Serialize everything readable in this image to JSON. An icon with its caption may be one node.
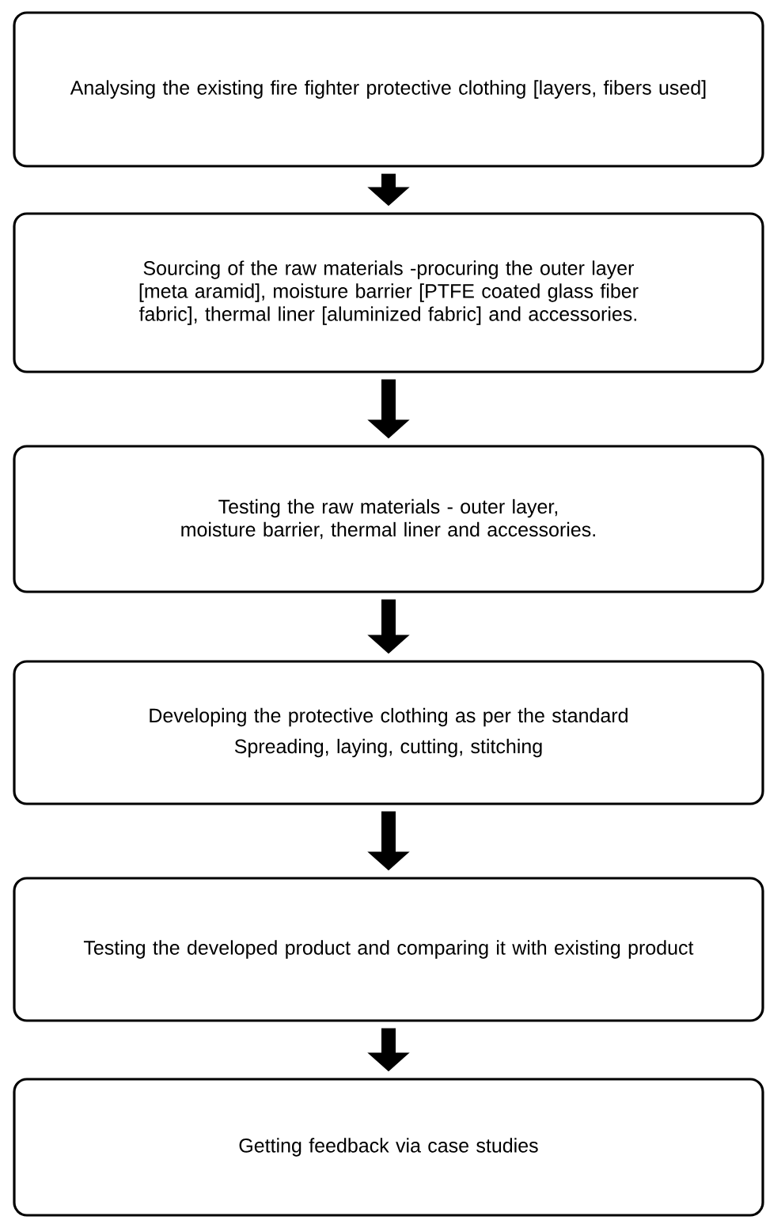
{
  "diagram": {
    "nodes": [
      {
        "text": [
          "Analysing the existing fire fighter protective clothing [layers, fibers used]"
        ]
      },
      {
        "text": [
          "Sourcing of the raw materials -procuring the outer layer [meta aramid], moisture barrier [PTFE coated glass fiber fabric], thermal liner [aluminized fabric] and accessories."
        ]
      },
      {
        "text": [
          "Testing the raw materials - outer layer, moisture barrier, thermal liner and accessories."
        ]
      },
      {
        "text": [
          "Developing the protective clothing as per the standard",
          "Spreading, laying, cutting, stitching"
        ]
      },
      {
        "text": [
          "Testing the developed product and comparing it with existing product"
        ]
      },
      {
        "text": [
          "Getting feedback via case studies"
        ]
      }
    ],
    "edges": [
      {
        "from": 0,
        "to": 1,
        "arrow": "to"
      },
      {
        "from": 1,
        "to": 2,
        "arrow": "to"
      },
      {
        "from": 2,
        "to": 3,
        "arrow": "to"
      },
      {
        "from": 3,
        "to": 4,
        "arrow": "to"
      },
      {
        "from": 4,
        "to": 5,
        "arrow": "to"
      }
    ]
  }
}
